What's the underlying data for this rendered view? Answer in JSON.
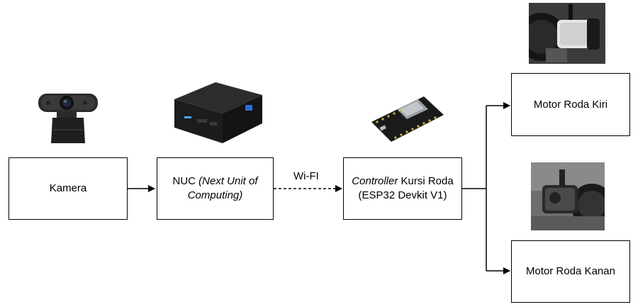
{
  "nodes": {
    "kamera": {
      "label": "Kamera"
    },
    "nuc": {
      "label_plain": "NUC ",
      "label_italic": "(Next Unit of Computing)"
    },
    "controller": {
      "label_italic": "Controller",
      "label_plain": " Kursi Roda",
      "label_line2": "(ESP32 Devkit V1)"
    },
    "motor_kiri": {
      "label": "Motor Roda Kiri"
    },
    "motor_kanan": {
      "label": "Motor Roda Kanan"
    }
  },
  "edges": {
    "nuc_to_controller": {
      "label": "Wi-FI",
      "style": "dashed"
    }
  },
  "colors": {
    "stroke": "#000000",
    "background": "#ffffff"
  },
  "icons": [
    "webcam-icon",
    "mini-pc-icon",
    "esp32-board-icon",
    "motor-left-photo",
    "motor-right-photo"
  ]
}
